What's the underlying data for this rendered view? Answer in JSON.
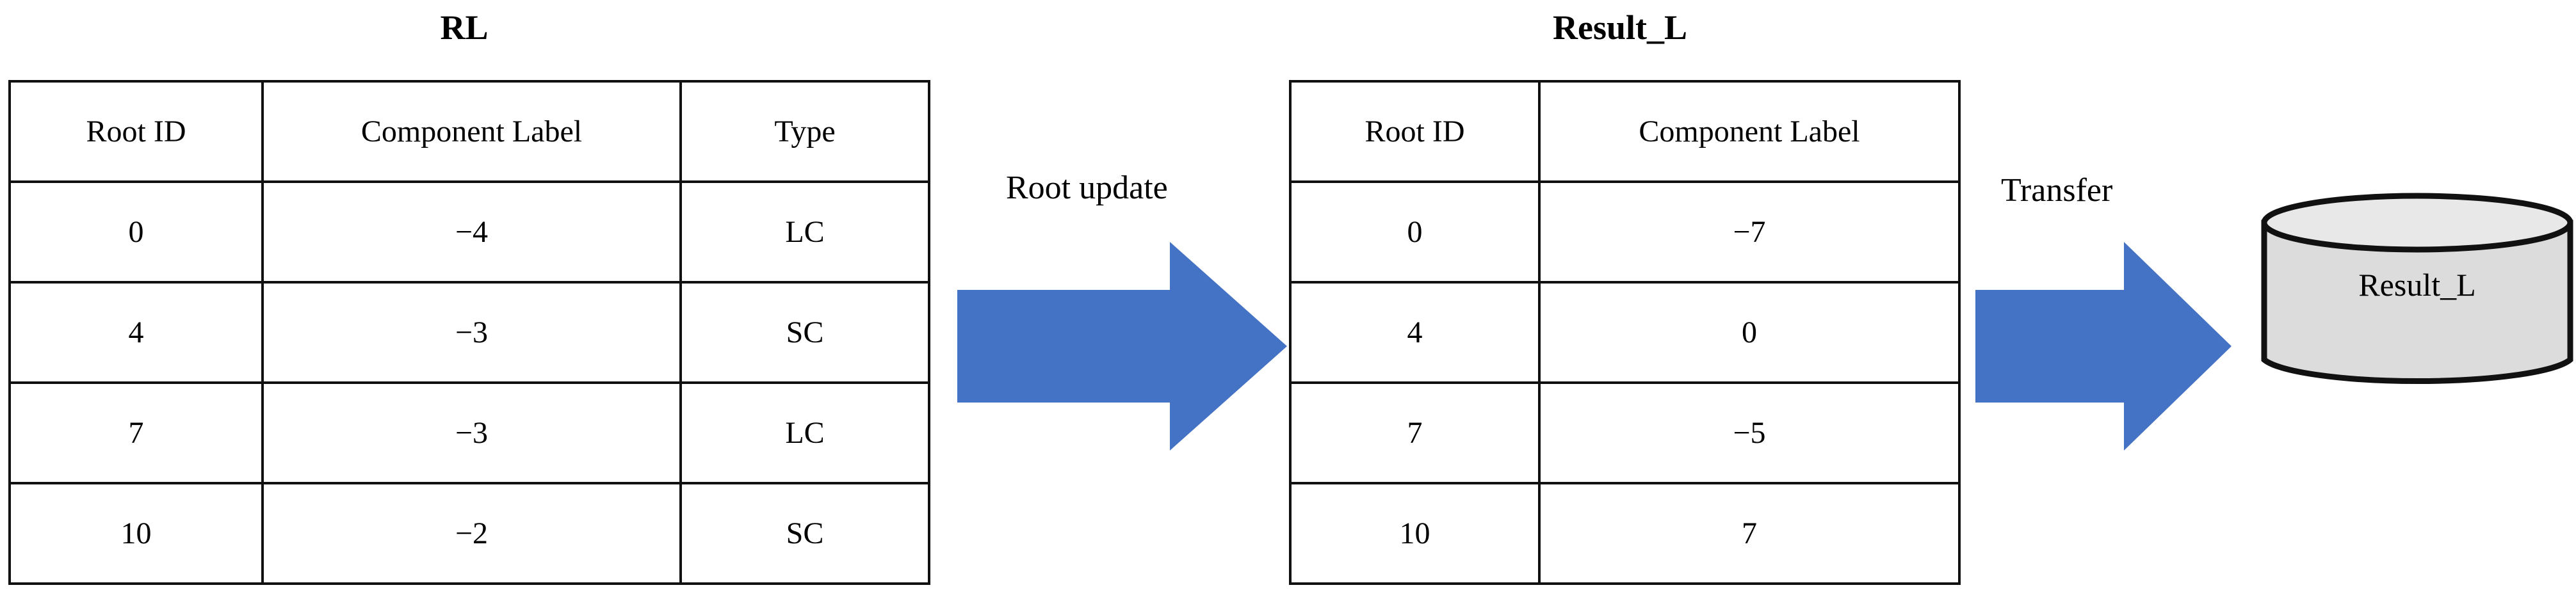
{
  "diagram": {
    "background_color": "#ffffff",
    "arrow_color": "#4472C4",
    "cylinder_fill": "#DCDCDC",
    "stroke_color": "#111111"
  },
  "source_table": {
    "title": "RL",
    "columns": [
      "Root ID",
      "Component Label",
      "Type"
    ],
    "rows": [
      [
        "0",
        "−4",
        "LC"
      ],
      [
        "4",
        "−3",
        "SC"
      ],
      [
        "7",
        "−3",
        "LC"
      ],
      [
        "10",
        "−2",
        "SC"
      ]
    ]
  },
  "result_table": {
    "title": "Result_L",
    "columns": [
      "Root ID",
      "Component Label"
    ],
    "rows": [
      [
        "0",
        "−7"
      ],
      [
        "4",
        "0"
      ],
      [
        "7",
        "−5"
      ],
      [
        "10",
        "7"
      ]
    ]
  },
  "flows": [
    {
      "label": "Root update",
      "icon": "right-arrow-icon"
    },
    {
      "label": "Transfer",
      "icon": "right-arrow-icon"
    }
  ],
  "storage": {
    "label": "Result_L",
    "icon": "database-cylinder-icon"
  }
}
